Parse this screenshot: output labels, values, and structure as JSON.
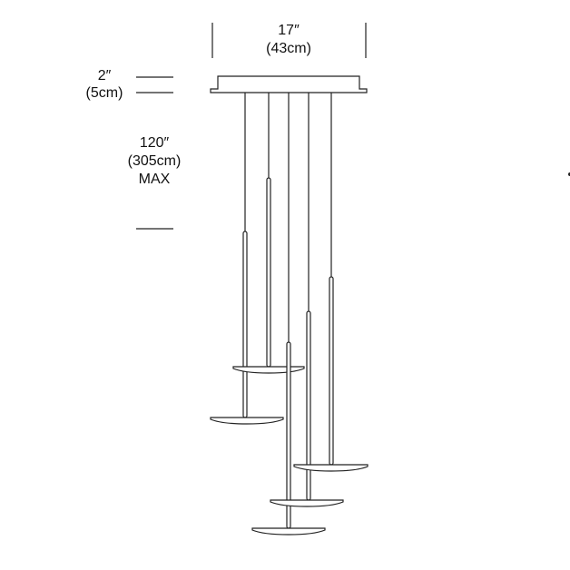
{
  "dimensions": {
    "width": {
      "in": "17″",
      "cm": "(43cm)"
    },
    "canopy_height": {
      "in": "2″",
      "cm": "(5cm)"
    },
    "drop": {
      "in": "120″",
      "cm": "(305cm)",
      "note": "MAX"
    }
  },
  "colors": {
    "line": "#222222",
    "background": "#ffffff"
  }
}
